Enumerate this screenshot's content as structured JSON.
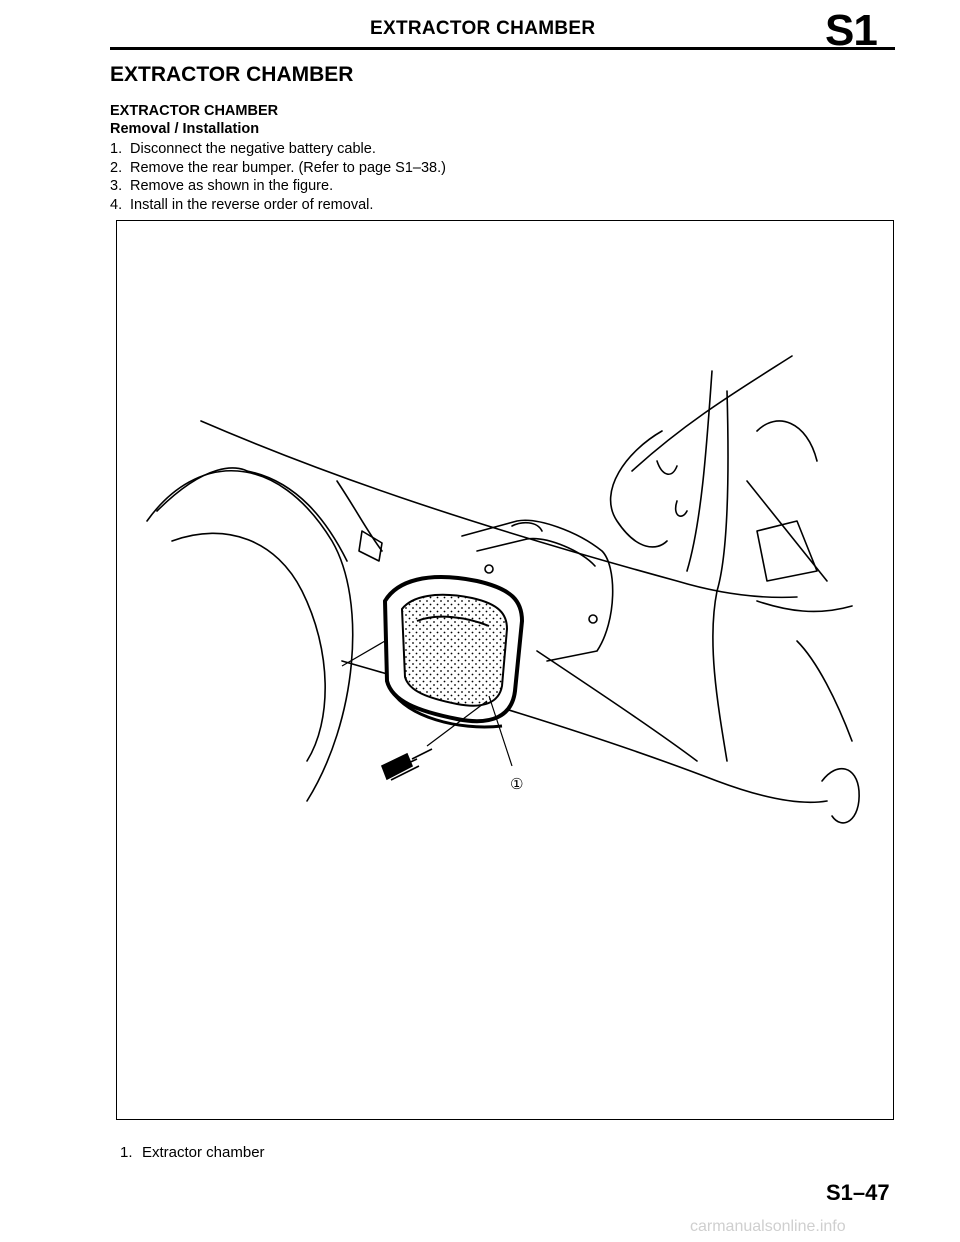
{
  "header": {
    "title": "EXTRACTOR CHAMBER",
    "section": "S1"
  },
  "page_heading": "EXTRACTOR CHAMBER",
  "subheading": "EXTRACTOR CHAMBER",
  "procedure_title": "Removal / Installation",
  "steps": [
    {
      "num": "1.",
      "text": "Disconnect the negative battery cable."
    },
    {
      "num": "2.",
      "text": "Remove the rear bumper. (Refer to page S1–38.)"
    },
    {
      "num": "3.",
      "text": "Remove as shown in the figure."
    },
    {
      "num": "4.",
      "text": "Install in the reverse order of removal."
    }
  ],
  "figure": {
    "callout": "①"
  },
  "caption": {
    "num": "1.",
    "text": "Extractor chamber"
  },
  "page_number": "S1–47",
  "watermark": "carmanualsonline.info"
}
